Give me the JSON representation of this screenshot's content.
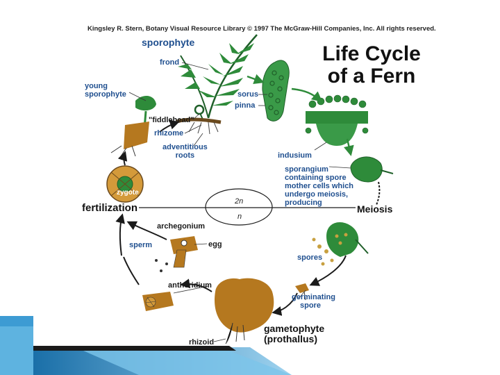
{
  "credit": "Kingsley R. Stern, Botany Visual Resource Library © 1997 The McGraw-Hill Companies, Inc. All rights reserved.",
  "title": {
    "line1": "Life Cycle",
    "line2": "of a Fern"
  },
  "labels": {
    "sporophyte": "sporophyte",
    "frond": "frond",
    "young_sporophyte_1": "young",
    "young_sporophyte_2": "sporophyte",
    "sorus": "sorus",
    "pinna": "pinna",
    "fiddlehead": "\"fiddlehead\"",
    "rhizome": "rhizome",
    "adventitious_1": "adventitious",
    "adventitious_2": "roots",
    "indusium": "indusium",
    "sporangium_1": "sporangium",
    "sporangium_2": "containing spore",
    "sporangium_3": "mother cells which",
    "sporangium_4": "undergo meiosis,",
    "sporangium_5": "producing",
    "zygote": "zygote",
    "fertilization": "fertilization",
    "meiosis": "Meiosis",
    "diploid": "2n",
    "haploid": "n",
    "archegonium": "archegonium",
    "sperm": "sperm",
    "egg": "egg",
    "spores": "spores",
    "antheridium": "antheridium",
    "germinating_1": "germinating",
    "germinating_2": "spore",
    "gametophyte_1": "gametophyte",
    "gametophyte_2": "(prothallus)",
    "rhizoid": "rhizoid"
  },
  "colors": {
    "frond_green": "#2e8b3a",
    "gametophyte_brown": "#b5781f",
    "arrow_dark": "#1a1a1a",
    "label_blue": "#1f4f8f",
    "accent_blue": "#2b8fc9"
  }
}
